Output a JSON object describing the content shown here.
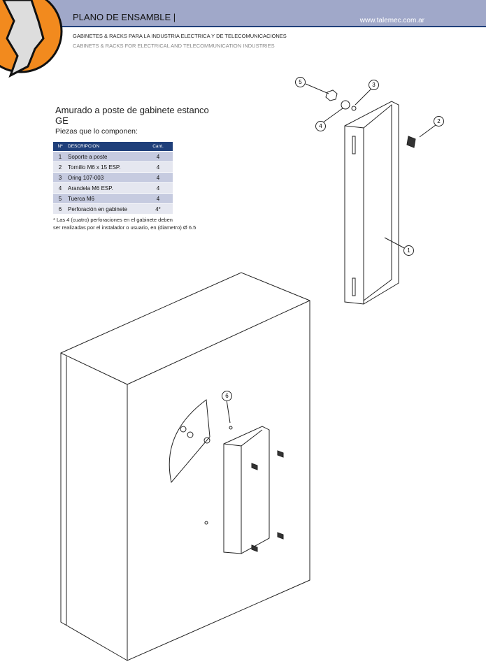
{
  "header": {
    "title": "PLANO DE ENSAMBLE |",
    "url": "www.talemec.com.ar",
    "subtitle_es": "GABINETES & RACKS PARA LA INDUSTRIA ELECTRICA Y DE TELECOMUNICACIONES",
    "subtitle_en": "CABINETS & RACKS FOR ELECTRICAL AND TELECOMMUNICATION INDUSTRIES"
  },
  "doc": {
    "title_line1": "Amurado a poste de gabinete estanco",
    "title_line2": "GE",
    "parts_heading": "Piezas que lo componen:"
  },
  "table": {
    "headers": [
      "Nº",
      "DESCRIPCION",
      "Cant."
    ],
    "rows": [
      [
        "1",
        "Soporte a poste",
        "4"
      ],
      [
        "2",
        "Tornillo M6 x 15 ESP.",
        "4"
      ],
      [
        "3",
        "Oring 107-003",
        "4"
      ],
      [
        "4",
        "Arandela M6 ESP.",
        "4"
      ],
      [
        "5",
        "Tuerca M6",
        "4"
      ],
      [
        "6",
        "Perforación en gabinete",
        "4*"
      ]
    ]
  },
  "note": {
    "line1": "* Las 4 (cuatro) perforaciones en el gabinete deben",
    "line2": "ser realizadas por el instalador o usuario, en (diametro) Ø 6.5"
  },
  "callouts": [
    "1",
    "2",
    "3",
    "4",
    "5",
    "6"
  ]
}
